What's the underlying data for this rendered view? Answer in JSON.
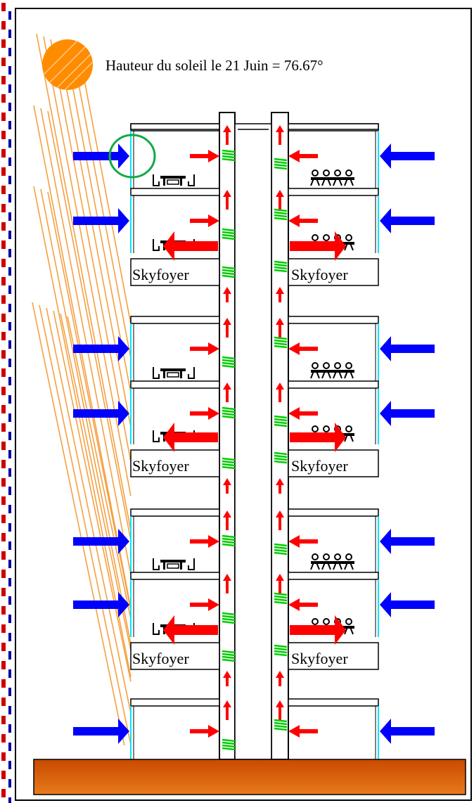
{
  "title": "Hauteur du soleil le 21 Juin = 76.67°",
  "zone_label": "Skyfoyer",
  "colors": {
    "sun": "#ff8c00",
    "sun_rays": "#f5a040",
    "wind": "#0000ff",
    "airflow": "#ff0000",
    "stair": "#00cc00",
    "glazing": "#00e5ff",
    "ground_top": "#c84a00",
    "ground_bottom": "#e87a1c",
    "highlight_circle": "#11aa44",
    "border_red": "#cc0000",
    "border_blue": "#0000aa"
  },
  "icons": [
    "sun-icon",
    "table-chairs-icon",
    "people-seated-icon",
    "stair-icon"
  ],
  "floors": [
    {
      "type": "office",
      "arrow_up_left": true,
      "arrow_up_right": true
    },
    {
      "type": "office",
      "arrow_up_left": true,
      "arrow_up_right": true
    },
    {
      "type": "skyfoyer"
    },
    {
      "type": "office",
      "arrow_up_left": true,
      "arrow_up_right": true
    },
    {
      "type": "office",
      "arrow_up_left": true,
      "arrow_up_right": true
    },
    {
      "type": "skyfoyer"
    },
    {
      "type": "office",
      "arrow_up_left": true,
      "arrow_up_right": true
    },
    {
      "type": "office",
      "arrow_up_left": true,
      "arrow_up_right": true
    },
    {
      "type": "skyfoyer"
    },
    {
      "type": "office",
      "arrow_up_left": true,
      "arrow_up_right": true,
      "no_furniture": true
    }
  ]
}
